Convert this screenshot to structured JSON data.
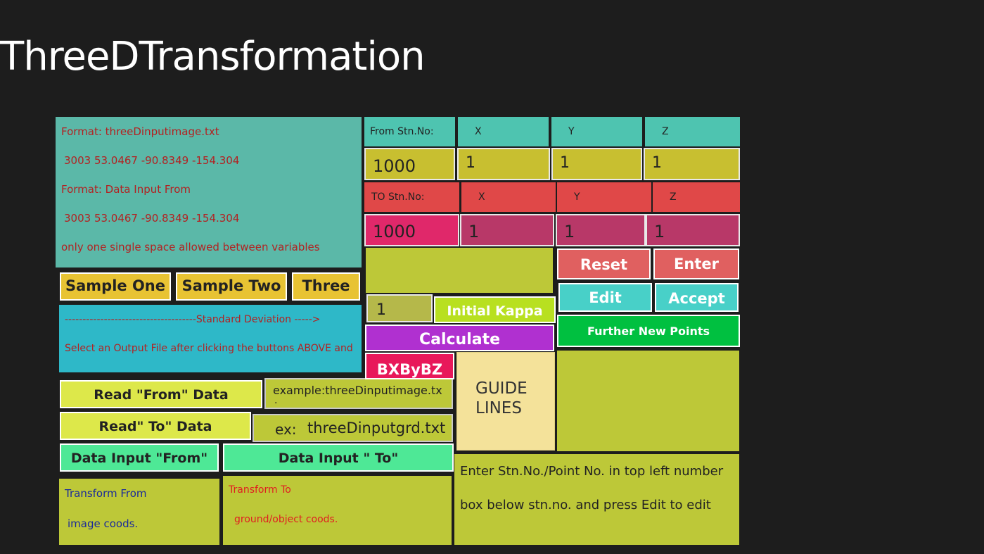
{
  "app": {
    "title": "ThreeDTransformation"
  },
  "info": {
    "line1": "Format: threeDinputimage.txt",
    "line2": "3003 53.0467 -90.8349 -154.304",
    "line3": "Format: Data Input From",
    "line4": "3003 53.0467 -90.8349 -154.304",
    "line5": "only one single space allowed between variables"
  },
  "samples": {
    "one": "Sample One",
    "two": "Sample Two",
    "three": "Three"
  },
  "stddev": {
    "line1": "-------------------------------------Standard Deviation ----->",
    "line2": "Select an Output File after clicking the buttons ABOVE   and"
  },
  "read": {
    "from_label": "Read \"From\" Data",
    "from_example": "example:threeDinputimage.tx",
    "from_example_dot": ".",
    "to_label": "Read\" To\" Data",
    "to_example_prefix": "ex:",
    "to_example_file": "threeDinputgrd.txt"
  },
  "data_input": {
    "from_label": "Data Input \"From\"",
    "to_label": "Data Input \" To\""
  },
  "transform": {
    "from_line1": "Transform From",
    "from_line2": "image coods.",
    "to_line1": "Transform To",
    "to_line2": "ground/object coods."
  },
  "from_station": {
    "header_stn": "From Stn.No:",
    "header_x": "X",
    "header_y": "Y",
    "header_z": "Z",
    "stn_value": "1000",
    "x_value": "1",
    "y_value": "1",
    "z_value": "1"
  },
  "to_station": {
    "header_stn": "TO Stn.No:",
    "header_x": "X",
    "header_y": "Y",
    "header_z": "Z",
    "stn_value": "1000",
    "x_value": "1",
    "y_value": "1",
    "z_value": "1"
  },
  "actions": {
    "reset": "Reset",
    "enter": "Enter",
    "edit": "Edit",
    "accept": "Accept",
    "further": "Further New Points",
    "kappa_value": "1",
    "initial_kappa": "Initial Kappa",
    "calculate": "Calculate",
    "bxbybz": "BXByBZ"
  },
  "guide": {
    "line1": "GUIDE",
    "line2": "LINES"
  },
  "instructions": {
    "line1": "Enter Stn.No./Point No. in top left number",
    "line2": "box below stn.no. and press Edit to edit"
  },
  "colors": {
    "background": "#1d1d1d",
    "teal": "#5bb8a8",
    "olive": "#bdc838",
    "sample_yellow": "#e8c333",
    "red_header": "#e04848",
    "purple": "#b030d0",
    "crimson": "#e8185a",
    "green": "#00c040"
  }
}
